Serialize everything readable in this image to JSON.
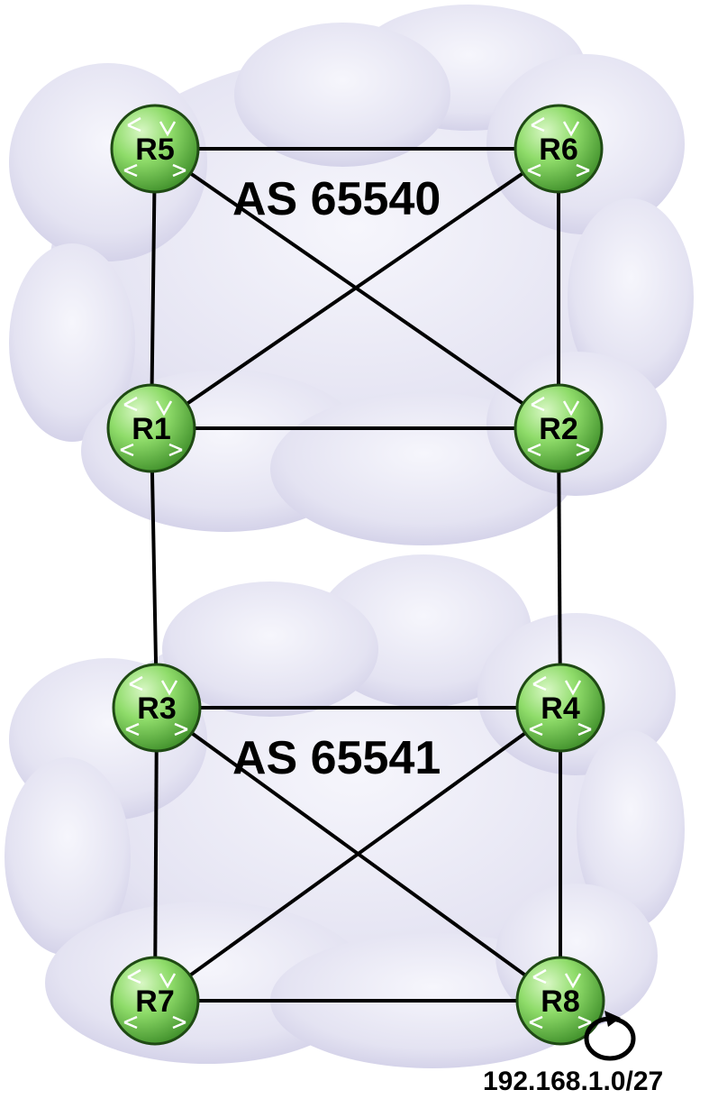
{
  "autonomous_systems": [
    {
      "label": "AS 65540"
    },
    {
      "label": "AS 65541"
    }
  ],
  "routers": [
    {
      "id": "r5",
      "label": "R5"
    },
    {
      "id": "r6",
      "label": "R6"
    },
    {
      "id": "r1",
      "label": "R1"
    },
    {
      "id": "r2",
      "label": "R2"
    },
    {
      "id": "r3",
      "label": "R3"
    },
    {
      "id": "r4",
      "label": "R4"
    },
    {
      "id": "r7",
      "label": "R7"
    },
    {
      "id": "r8",
      "label": "R8"
    }
  ],
  "links": [
    [
      "r5",
      "r6"
    ],
    [
      "r5",
      "r1"
    ],
    [
      "r5",
      "r2"
    ],
    [
      "r6",
      "r2"
    ],
    [
      "r6",
      "r1"
    ],
    [
      "r1",
      "r2"
    ],
    [
      "r1",
      "r3"
    ],
    [
      "r2",
      "r4"
    ],
    [
      "r3",
      "r4"
    ],
    [
      "r3",
      "r7"
    ],
    [
      "r3",
      "r8"
    ],
    [
      "r4",
      "r8"
    ],
    [
      "r4",
      "r7"
    ],
    [
      "r7",
      "r8"
    ]
  ],
  "network": {
    "label": "192.168.1.0/27"
  },
  "colors": {
    "router_fill": "#7ccf5a",
    "router_stroke": "#1f4a14",
    "cloud": "#e4e3f2",
    "link": "#000000"
  }
}
